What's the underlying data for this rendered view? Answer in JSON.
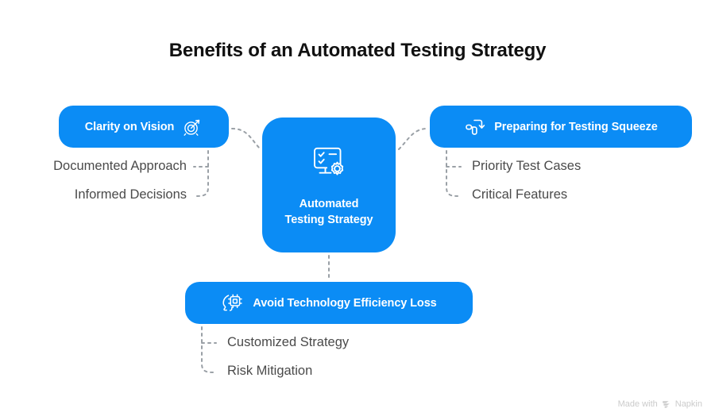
{
  "page": {
    "title": "Benefits of an Automated Testing Strategy",
    "background_color": "#ffffff",
    "accent_color": "#0b8cf5",
    "text_color": "#4a4a4a",
    "connector_color": "#9aa0a6"
  },
  "center_node": {
    "label_line1": "Automated",
    "label_line2": "Testing Strategy",
    "icon": "checklist-gear-icon"
  },
  "branches": [
    {
      "id": "clarity",
      "label": "Clarity on Vision",
      "icon": "target-arrow-icon",
      "icon_position": "right",
      "items": [
        {
          "label": "Documented Approach"
        },
        {
          "label": "Informed Decisions"
        }
      ]
    },
    {
      "id": "squeeze",
      "label": "Preparing for Testing Squeeze",
      "icon": "blocks-arrow-icon",
      "icon_position": "left",
      "items": [
        {
          "label": "Priority Test Cases"
        },
        {
          "label": "Critical Features"
        }
      ]
    },
    {
      "id": "efficiency",
      "label": "Avoid Technology Efficiency Loss",
      "icon": "head-chip-icon",
      "icon_position": "left",
      "items": [
        {
          "label": "Customized Strategy"
        },
        {
          "label": "Risk Mitigation"
        }
      ]
    }
  ],
  "watermark": {
    "prefix": "Made with",
    "brand": "Napkin",
    "logo": "napkin-logo-icon"
  }
}
